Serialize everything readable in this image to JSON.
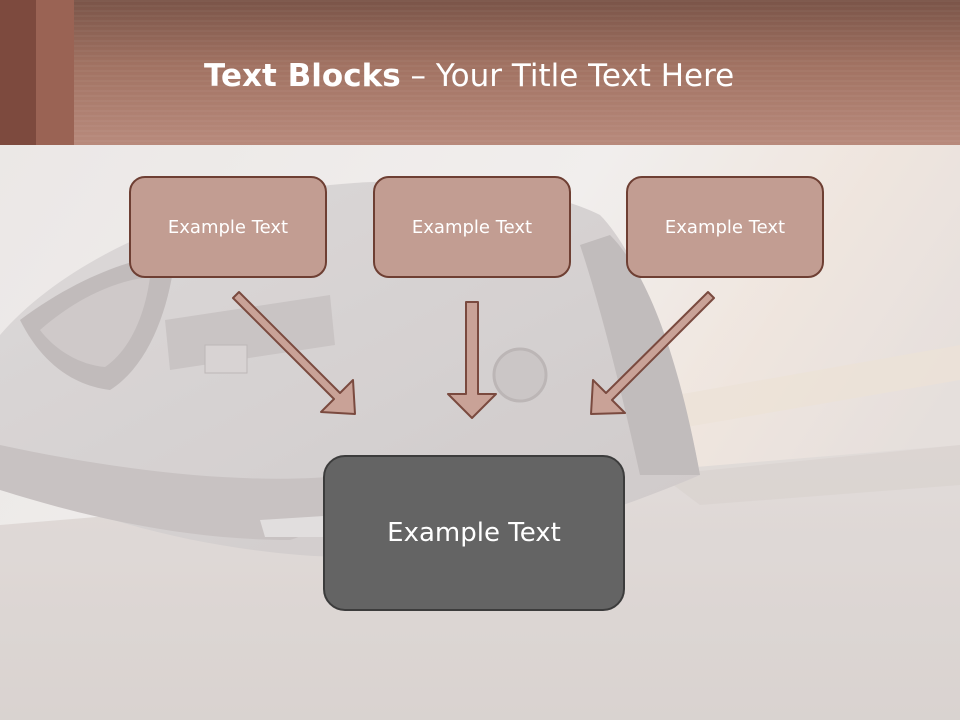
{
  "header": {
    "title_bold": "Text Blocks",
    "title_rest": " – Your Title Text Here"
  },
  "boxes": {
    "top": [
      "Example Text",
      "Example Text",
      "Example Text"
    ],
    "bottom": "Example Text"
  },
  "colors": {
    "header_top": "#7a5448",
    "header_bottom": "#b88a7c",
    "accent_dark": "#7d4a3e",
    "accent_mid": "#9a6354",
    "top_box_fill": "#c29d92",
    "top_box_border": "#6e3f33",
    "bottom_box_fill": "#646464",
    "arrow_fill": "#c9a297",
    "arrow_stroke": "#7a4a3f"
  }
}
